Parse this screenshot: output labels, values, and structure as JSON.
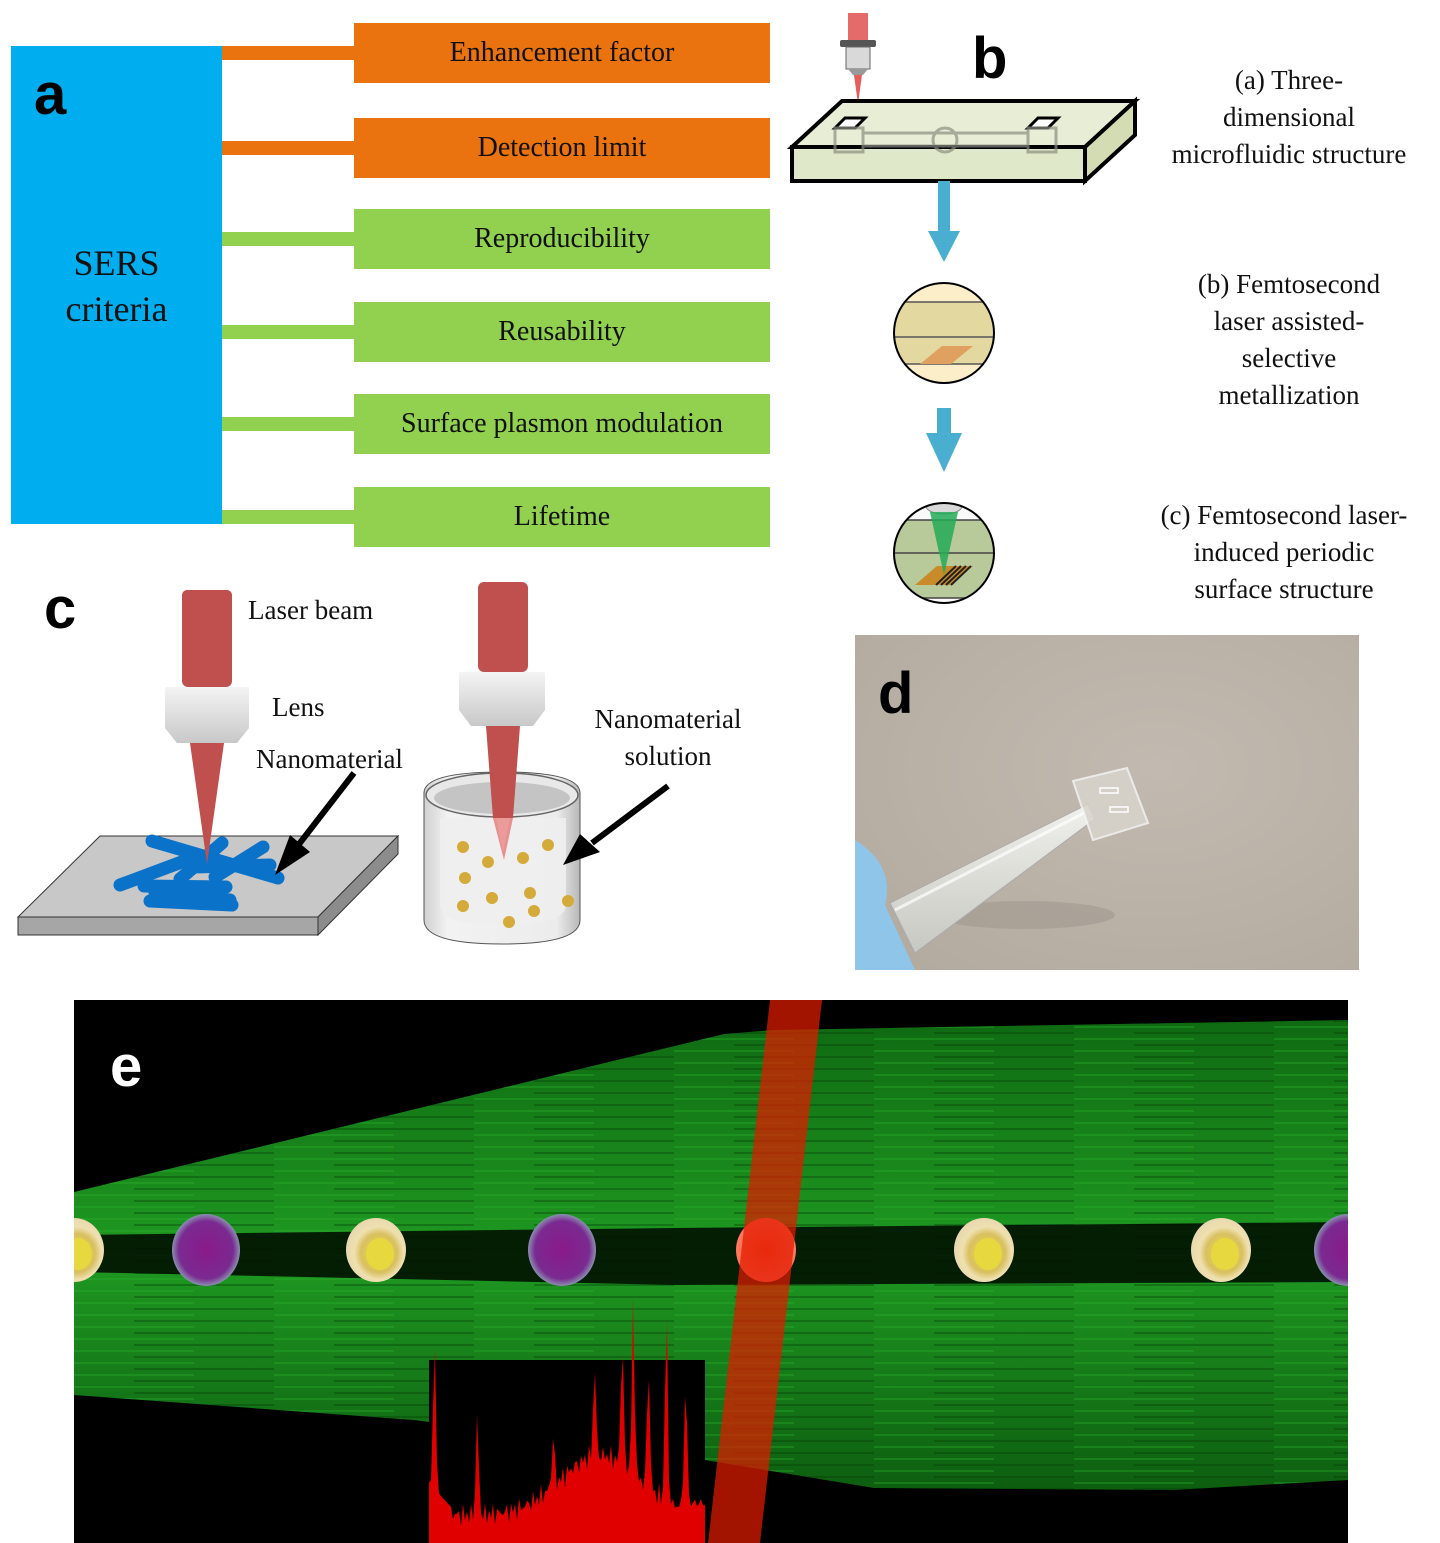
{
  "panels": {
    "a": {
      "letter": "a",
      "center_label_line1": "SERS",
      "center_label_line2": "criteria",
      "criteria": [
        {
          "label": "Enhancement factor",
          "color": "#ea730f"
        },
        {
          "label": "Detection limit",
          "color": "#ea730f"
        },
        {
          "label": "Reproducibility",
          "color": "#92d050"
        },
        {
          "label": "Reusability",
          "color": "#92d050"
        },
        {
          "label": "Surface plasmon modulation",
          "color": "#92d050"
        },
        {
          "label": "Lifetime",
          "color": "#92d050"
        }
      ],
      "center_color": "#00adef"
    },
    "b": {
      "letter": "b",
      "steps": [
        {
          "lines": [
            "(a) Three-",
            "dimensional",
            "microfluidic structure"
          ]
        },
        {
          "lines": [
            "(b) Femtosecond",
            "laser assisted-",
            "selective",
            "metallization"
          ]
        },
        {
          "lines": [
            "(c) Femtosecond laser-",
            "induced periodic",
            "surface structure"
          ]
        }
      ],
      "arrow_color": "#4aaed0"
    },
    "c": {
      "letter": "c",
      "labels": {
        "laser_beam": "Laser beam",
        "lens": "Lens",
        "nanomaterial": "Nanomaterial",
        "solution_line1": "Nanomaterial",
        "solution_line2": "solution"
      },
      "beam_color": "#c0504d",
      "nanorod_color": "#0070c0",
      "particle_color": "#d4aa3a"
    },
    "d": {
      "letter": "d"
    },
    "e": {
      "letter": "e",
      "cells": [
        "yellow-cell",
        "purple-cell",
        "yellow-cell",
        "purple-cell",
        "red-cell",
        "yellow-cell",
        "yellow-cell",
        "purple-cell"
      ],
      "spectrum_color": "#e00000"
    }
  }
}
